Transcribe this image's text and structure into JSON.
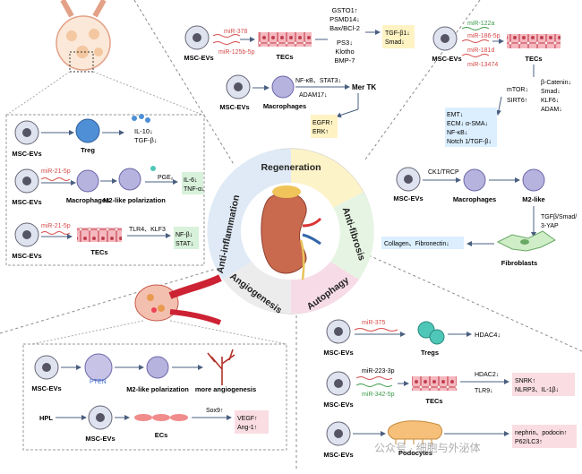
{
  "hub": {
    "sectors": [
      "Regeneration",
      "Anti-fibrosis",
      "Autophagy",
      "Angiogenesis",
      "Anti-inflammation"
    ]
  },
  "regeneration": {
    "msc": "MSC-EVs",
    "mir1": "miR-378",
    "mir2": "miR-125b-5p",
    "tecs": "TECs",
    "list1": [
      "GSTO1↑",
      "PSMD14↓",
      "Bax/BCl-2",
      "PS3↓",
      "Klotho",
      "BMP-7"
    ],
    "tgf": "TGF-β1↓",
    "smad": "Smad↓",
    "msc2": "MSC-EVs",
    "macro": "Macrophages",
    "nfkb": "NF-κB、STAT3↓",
    "adam": "ADAM17↓",
    "mertk": "Mer TK",
    "egfr": "EGFR↑",
    "erk": "ERK↑"
  },
  "antifibrosis": {
    "msc": "MSC-EVs",
    "mirs": [
      "miR-122a",
      "miR-186-5p",
      "miR-181d",
      "miR-13474"
    ],
    "tecs": "TECs",
    "right_list": [
      "β-Catenin↓",
      "Smad↓",
      "KLF6↓",
      "ADAM↓"
    ],
    "mtor": "mTOR↓",
    "sirt": "SIRT6↑",
    "box": [
      "EMT↓",
      "ECM↓  α-SMA↓",
      "NF-κB↓",
      "Notch 1/TGF-β↓"
    ],
    "msc2": "MSC-EVs",
    "ck": "CK1/TRCP",
    "macro": "Macrophages",
    "m2": "M2-like",
    "tgfpath": [
      "TGFβ/Smad/",
      "3-YAP"
    ],
    "collagen": "Collagen、Fibronectin↓",
    "fibro": "Fibroblasts"
  },
  "antiinflammation": {
    "msc1": "MSC-EVs",
    "treg": "Treg",
    "il10": "IL-10↓",
    "tgfb": "TGF-β↓",
    "msc2": "MSC-EVs",
    "mir21a": "miR-21-5p",
    "macro": "Macrophages",
    "m2pol": "M2-like polarization",
    "pge": "PGE₂",
    "il6": "IL-6↓",
    "tnf": "TNF-α↓",
    "msc3": "MSC-EVs",
    "mir21b": "miR-21-5p",
    "tecs": "TECs",
    "tlr": "TLR4、KLF3",
    "nfb": "NF-β↓",
    "stat": "STAT↓"
  },
  "angiogenesis": {
    "msc1": "MSC-EVs",
    "pten": "PTEN",
    "m2pol": "M2-like polarization",
    "more": "more angiogenesis",
    "hpl": "HPL",
    "msc2": "MSC-EVs",
    "ecs": "ECs",
    "sox": "Sox9↑",
    "vegf": "VEGF↑",
    "ang": "Ang-1↑"
  },
  "autophagy": {
    "msc1": "MSC-EVs",
    "mir375": "miR-375",
    "tregs": "Tregs",
    "hdac4": "HDAC4↓",
    "msc2": "MSC-EVs",
    "mir223": "miR-223-3p",
    "mir342": "miR-342-5p",
    "tecs": "TECs",
    "hdac2": "HDAC2↓",
    "tlr9": "TLR9↓",
    "snrk": "SNRK↑",
    "nlrp3": "NLRP3、IL-1β↓",
    "msc3": "MSC-EVs",
    "podo": "Podocytes",
    "nephrin": "nephrin、podocin↑",
    "p62": "P62/LC3↑"
  },
  "watermark": "公众号 · 细胞与外泌体",
  "colors": {
    "divider": "#7a7a7a",
    "arrow": "#4a5f80",
    "mir_red": "#d64a4a",
    "mir_green": "#3a9a4a",
    "box_green": "#d8f1da",
    "box_pink": "#f9dde3",
    "box_yellow": "#fff3c4",
    "box_blue": "#dcefff",
    "up": "#d63a3a"
  }
}
